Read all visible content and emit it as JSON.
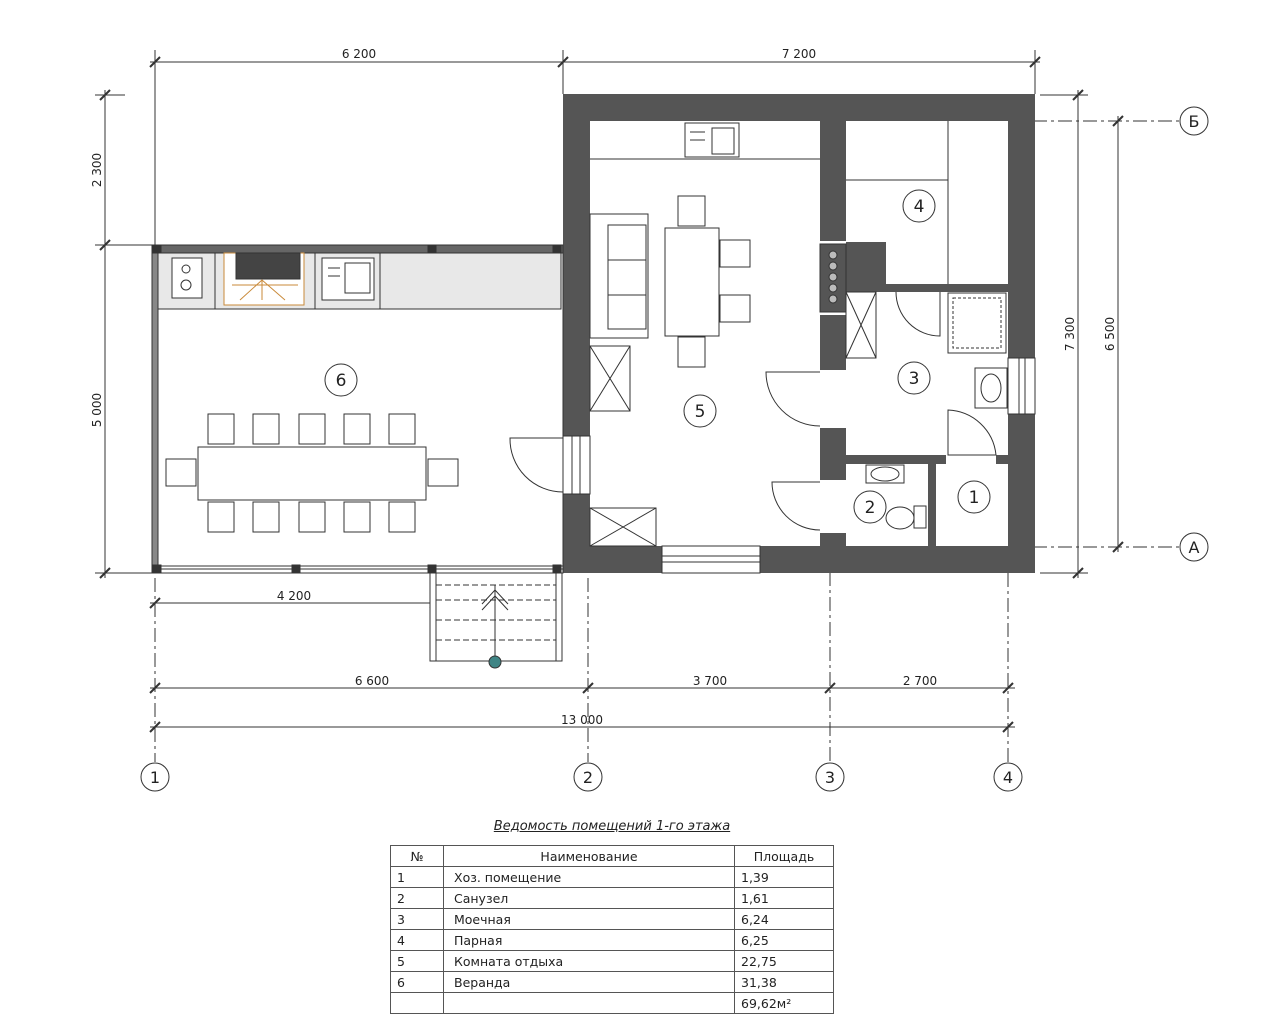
{
  "dimensions": {
    "top_left": "6 200",
    "top_right": "7 200",
    "left_upper": "2 300",
    "left_lower": "5 000",
    "right_outer": "7 300",
    "right_inner": "6 500",
    "veranda_width": "4 200",
    "bottom_seg_1": "6 600",
    "bottom_seg_2": "3 700",
    "bottom_seg_3": "2 700",
    "bottom_total": "13 000"
  },
  "axes": {
    "v1": "1",
    "v2": "2",
    "v3": "3",
    "v4": "4",
    "hB": "Б",
    "hA": "А"
  },
  "room_labels": {
    "r1": "1",
    "r2": "2",
    "r3": "3",
    "r4": "4",
    "r5": "5",
    "r6": "6"
  },
  "schedule": {
    "title": "Ведомость помещений 1-го этажа",
    "headers": {
      "num": "№",
      "name": "Наименование",
      "area": "Площадь"
    },
    "rows": [
      {
        "num": "1",
        "name": "Хоз. помещение",
        "area": "1,39"
      },
      {
        "num": "2",
        "name": "Санузел",
        "area": "1,61"
      },
      {
        "num": "3",
        "name": "Моечная",
        "area": "6,24"
      },
      {
        "num": "4",
        "name": "Парная",
        "area": "6,25"
      },
      {
        "num": "5",
        "name": "Комната отдыха",
        "area": "22,75"
      },
      {
        "num": "6",
        "name": "Веранда",
        "area": "31,38"
      }
    ],
    "total": "69,62м²"
  },
  "colors": {
    "wall": "#555555",
    "line": "#333333",
    "counter": "#e8e8e8",
    "marker": "#3f8585"
  }
}
